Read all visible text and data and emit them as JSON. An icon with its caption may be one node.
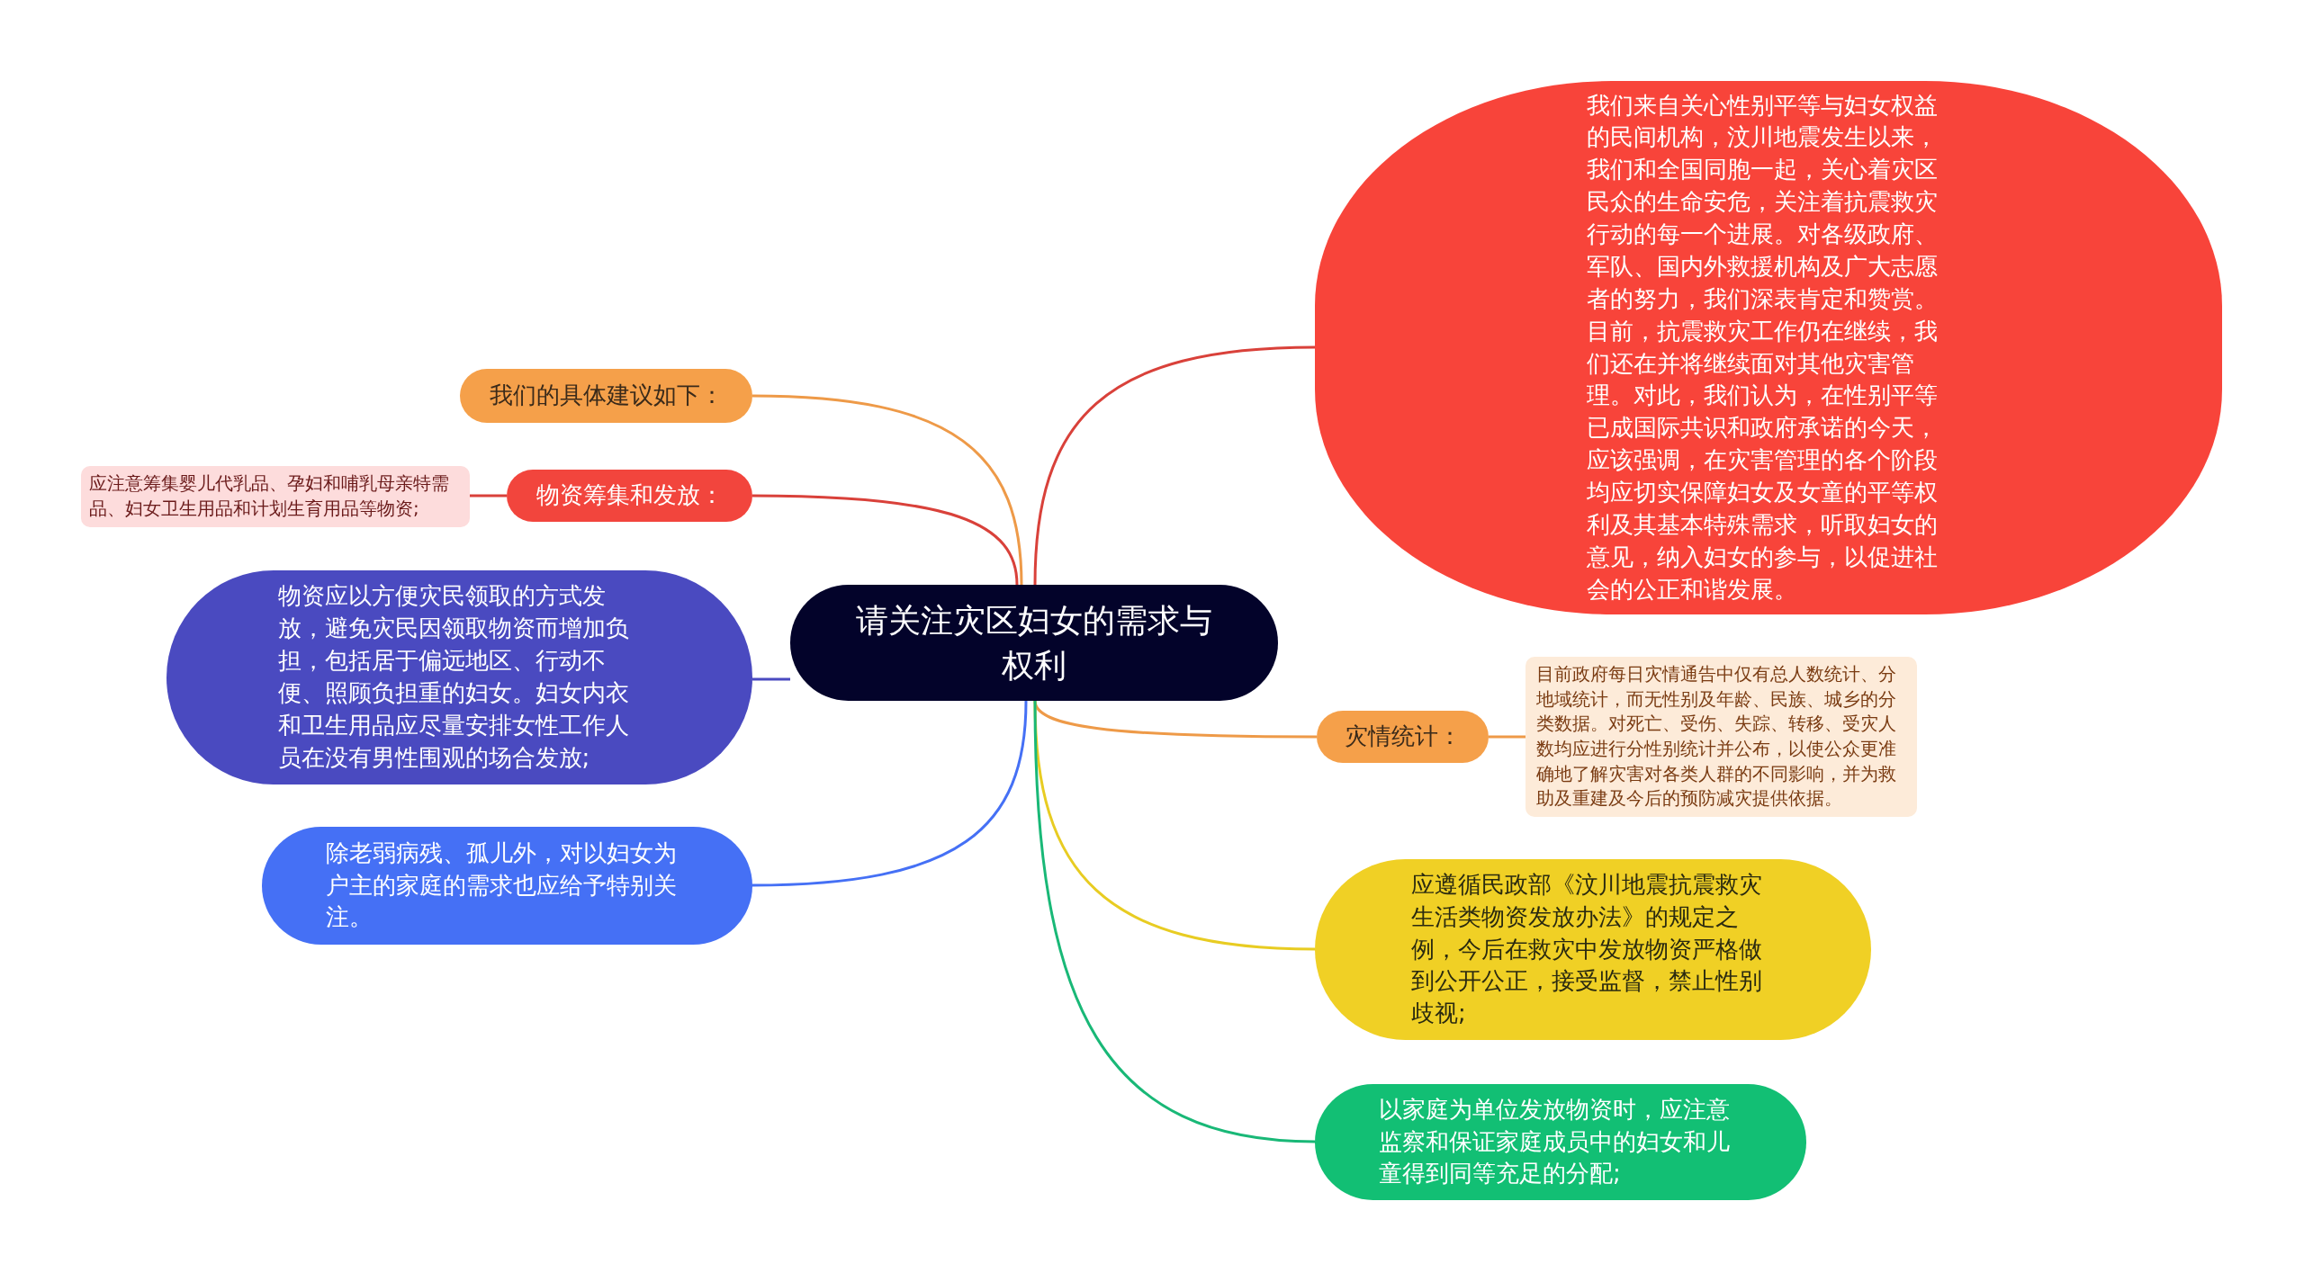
{
  "diagram": {
    "nodes": [
      {
        "text": [
          "请关注灾区妇女的需求与权利"
        ]
      },
      {
        "text": [
          "我们来自关心性别平等与妇女权益的民间机构，汶川地震发生以来，我们和全国同胞一起，关心着灾区民众的生命安危，关注着抗震救灾行动的每一个进展。对各级政府、军队、国内外救援机构及广大志愿者的努力，我们深表肯定和赞赏。目前，抗震救灾工作仍在继续，我们还在并将继续面对其他灾害管理。对此，我们认为，在性别平等已成国际共识和政府承诺的今天，应该强调，在灾害管理的各个阶段均应切实保障妇女及女童的平等权利及其基本特殊需求，听取妇女的意见，纳入妇女的参与，以促进社会的公正和谐发展。"
        ]
      },
      {
        "text": [
          "灾情统计："
        ]
      },
      {
        "text": [
          "目前政府每日灾情通告中仅有总人数统计、分地域统计，而无性别及年龄、民族、城乡的分类数据。对死亡、受伤、失踪、转移、受灾人数均应进行分性别统计并公布，以使公众更准确地了解灾害对各类人群的不同影响，并为救助及重建及今后的预防减灾提供依据。"
        ]
      },
      {
        "text": [
          "应遵循民政部《汶川地震抗震救灾生活类物资发放办法》的规定之例，今后在救灾中发放物资严格做到公开公正，接受监督，禁止性别歧视;"
        ]
      },
      {
        "text": [
          "以家庭为单位发放物资时，应注意监察和保证家庭成员中的妇女和儿童得到同等充足的分配;"
        ]
      },
      {
        "text": [
          "我们的具体建议如下："
        ]
      },
      {
        "text": [
          "物资筹集和发放："
        ]
      },
      {
        "text": [
          "应注意筹集婴儿代乳品、孕妇和哺乳母亲特需品、妇女卫生用品和计划生育用品等物资;"
        ]
      },
      {
        "text": [
          "物资应以方便灾民领取的方式发放，避免灾民因领取物资而增加负担，包括居于偏远地区、行动不便、照顾负担重的妇女。妇女内衣和卫生用品应尽量安排女性工作人员在没有男性围观的场合发放;"
        ]
      },
      {
        "text": [
          "除老弱病残、孤儿外，对以妇女为户主的家庭的需求也应给予特别关注。"
        ]
      }
    ],
    "edges": [
      {
        "from": 0,
        "to": 1,
        "arrow": "none",
        "color": "#d9413a"
      },
      {
        "from": 0,
        "to": 2,
        "arrow": "none",
        "color": "#ee9a48"
      },
      {
        "from": 2,
        "to": 3,
        "arrow": "none",
        "color": "#ee9a48"
      },
      {
        "from": 0,
        "to": 4,
        "arrow": "none",
        "color": "#e8cc22"
      },
      {
        "from": 0,
        "to": 5,
        "arrow": "none",
        "color": "#19b877"
      },
      {
        "from": 0,
        "to": 6,
        "arrow": "none",
        "color": "#ee9a48"
      },
      {
        "from": 0,
        "to": 7,
        "arrow": "none",
        "color": "#d9413a"
      },
      {
        "from": 7,
        "to": 8,
        "arrow": "none",
        "color": "#d9413a"
      },
      {
        "from": 0,
        "to": 9,
        "arrow": "none",
        "color": "#4a4ac0"
      },
      {
        "from": 0,
        "to": 10,
        "arrow": "none",
        "color": "#4570f5"
      }
    ]
  }
}
